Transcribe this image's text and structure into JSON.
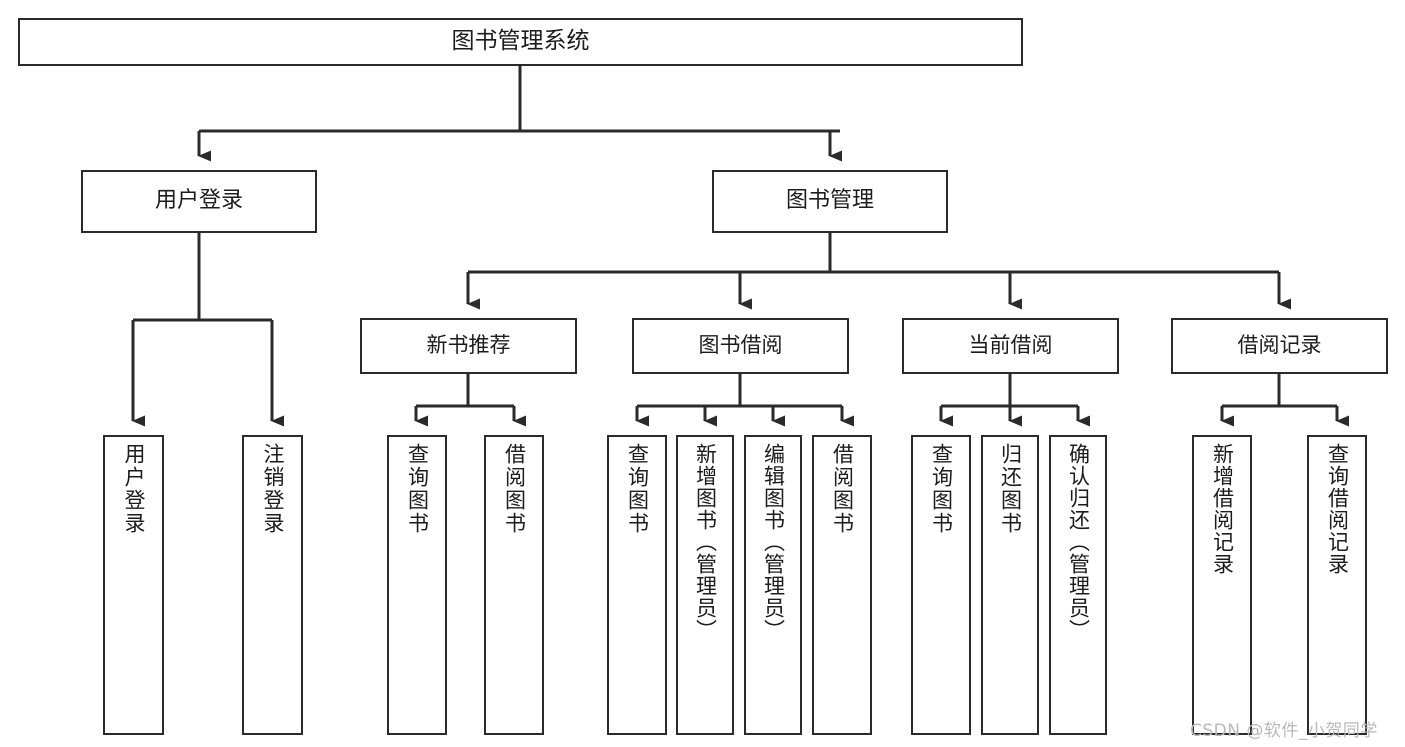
{
  "diagram": {
    "title": "图书管理系统",
    "type": "tree-hierarchy",
    "theme": {
      "background": "#ffffff",
      "box_border": "#2b2b2b",
      "box_fill": "#ffffff",
      "text": "#1c1c1c",
      "connector": "#2b2b2b",
      "watermark_color": "#b9b9b9"
    },
    "root": {
      "label": "图书管理系统"
    },
    "level2": [
      {
        "id": "user-login",
        "label": "用户登录"
      },
      {
        "id": "book-manage",
        "label": "图书管理"
      }
    ],
    "level3": [
      {
        "id": "new-book-recommend",
        "label": "新书推荐",
        "parent": "book-manage"
      },
      {
        "id": "book-borrow",
        "label": "图书借阅",
        "parent": "book-manage"
      },
      {
        "id": "current-borrow",
        "label": "当前借阅",
        "parent": "book-manage"
      },
      {
        "id": "borrow-record",
        "label": "借阅记录",
        "parent": "book-manage"
      }
    ],
    "leaves": [
      {
        "id": "leaf-user-login",
        "label": "用户登录",
        "parent": "user-login"
      },
      {
        "id": "leaf-user-logout",
        "label": "注销登录",
        "parent": "user-login"
      },
      {
        "id": "leaf-query-book-1",
        "label": "查询图书",
        "parent": "new-book-recommend"
      },
      {
        "id": "leaf-borrow-book-1",
        "label": "借阅图书",
        "parent": "new-book-recommend"
      },
      {
        "id": "leaf-query-book-2",
        "label": "查询图书",
        "parent": "book-borrow"
      },
      {
        "id": "leaf-add-book",
        "label": "新增图书（管理员）",
        "parent": "book-borrow"
      },
      {
        "id": "leaf-edit-book",
        "label": "编辑图书（管理员）",
        "parent": "book-borrow"
      },
      {
        "id": "leaf-borrow-book-2",
        "label": "借阅图书",
        "parent": "book-borrow"
      },
      {
        "id": "leaf-query-book-3",
        "label": "查询图书",
        "parent": "current-borrow"
      },
      {
        "id": "leaf-return-book",
        "label": "归还图书",
        "parent": "current-borrow"
      },
      {
        "id": "leaf-confirm-return",
        "label": "确认归还（管理员）",
        "parent": "current-borrow"
      },
      {
        "id": "leaf-add-record",
        "label": "新增借阅记录",
        "parent": "borrow-record"
      },
      {
        "id": "leaf-query-record",
        "label": "查询借阅记录",
        "parent": "borrow-record"
      }
    ],
    "watermark": "CSDN @软件_小贺同学"
  }
}
